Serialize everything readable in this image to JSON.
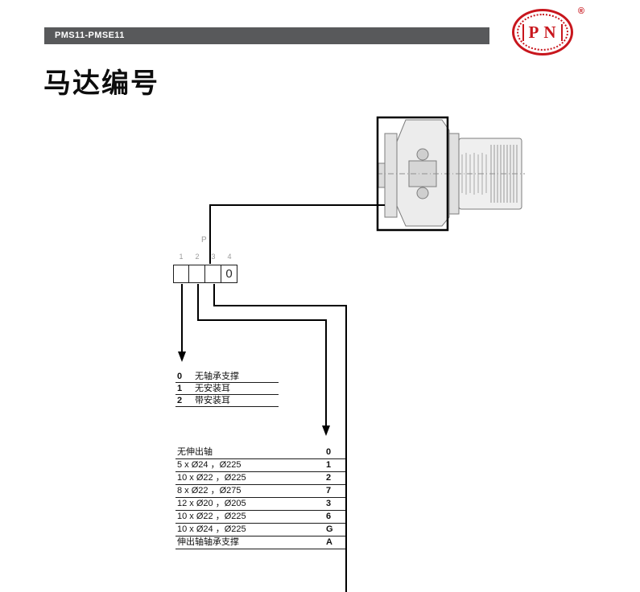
{
  "header": {
    "model_label": "PMS11-PMSE11"
  },
  "logo": {
    "letters": "P N",
    "registered_mark": "®"
  },
  "title": "马达编号",
  "code_builder": {
    "prefix_label": "P",
    "position_labels": [
      "1",
      "2",
      "3",
      "4"
    ],
    "cell_values": [
      "",
      "",
      "",
      "0"
    ]
  },
  "bearing_table": {
    "rows": [
      {
        "code": "0",
        "label": "无轴承支撑"
      },
      {
        "code": "1",
        "label": "无安装耳"
      },
      {
        "code": "2",
        "label": "带安装耳"
      }
    ]
  },
  "shaft_table": {
    "rows": [
      {
        "label": "无伸出轴",
        "code": "0"
      },
      {
        "label": "5 x Ø24 ，Ø225",
        "code": "1"
      },
      {
        "label": "10 x Ø22 ，Ø225",
        "code": "2"
      },
      {
        "label": "8 x Ø22 ，Ø275",
        "code": "7"
      },
      {
        "label": "12 x Ø20 ，Ø205",
        "code": "3"
      },
      {
        "label": "10 x Ø22 ，Ø225",
        "code": "6"
      },
      {
        "label": "10 x Ø24 ，Ø225",
        "code": "G"
      },
      {
        "label": "伸出轴轴承支撑",
        "code": "A"
      }
    ]
  },
  "colors": {
    "header_bar": "#58595B",
    "brand_red": "#C8161D"
  }
}
